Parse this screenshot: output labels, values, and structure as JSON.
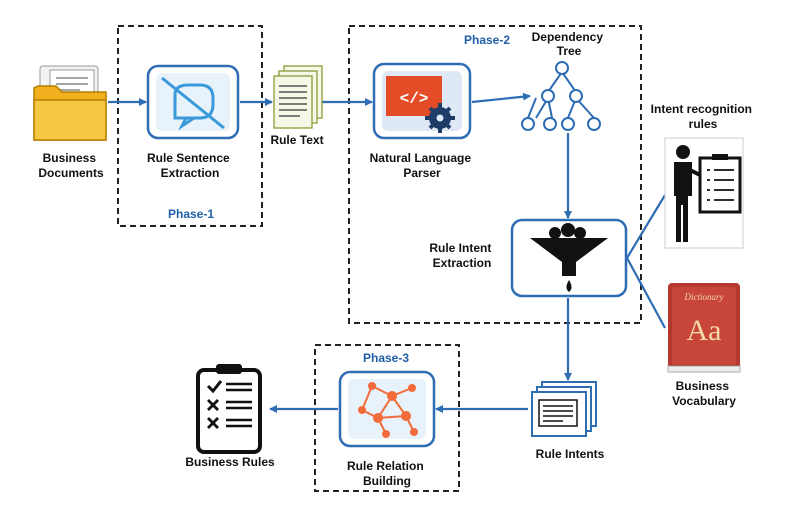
{
  "phases": {
    "phase1": "Phase-1",
    "phase2": "Phase-2",
    "phase3": "Phase-3"
  },
  "nodes": {
    "business_documents": [
      "Business",
      "Documents"
    ],
    "rule_sentence_extraction": [
      "Rule Sentence",
      "Extraction"
    ],
    "rule_text": "Rule Text",
    "natural_language_parser": [
      "Natural Language",
      "Parser"
    ],
    "dependency_tree": [
      "Dependency",
      "Tree"
    ],
    "intent_recognition_rules": [
      "Intent recognition",
      "rules"
    ],
    "rule_intent_extraction": [
      "Rule Intent",
      "Extraction"
    ],
    "business_vocabulary": [
      "Business",
      "Vocabulary"
    ],
    "rule_intents": "Rule Intents",
    "rule_relation_building": [
      "Rule Relation",
      "Building"
    ],
    "business_rules": "Business Rules"
  },
  "icon_text": {
    "code_symbol": "</>",
    "dictionary_title": "Dictionary",
    "dictionary_letters": "Aa"
  },
  "colors": {
    "arrow": "#2e6db4",
    "phase_label": "#1f5fa8",
    "icon_border": "#2e6db4",
    "html_badge": "#e34c26",
    "graph_nodes": "#f26b3a",
    "dictionary": "#b5382f"
  }
}
